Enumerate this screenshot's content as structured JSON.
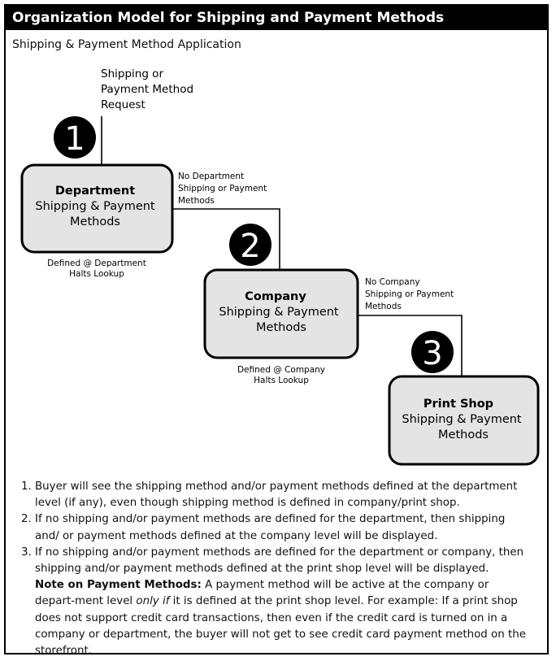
{
  "title": "Organization Model for Shipping and Payment Methods",
  "subtitle": "Shipping & Payment Method Application",
  "request_label": [
    "Shipping or",
    "Payment Method",
    "Request"
  ],
  "steps": [
    {
      "number": "1",
      "box_title": "Department",
      "box_lines": [
        "Shipping & Payment",
        "Methods"
      ],
      "below_lines": [
        "Defined @ Department",
        "Halts Lookup"
      ],
      "fallthrough_lines": [
        "No Department",
        "Shipping or Payment",
        "Methods"
      ]
    },
    {
      "number": "2",
      "box_title": "Company",
      "box_lines": [
        "Shipping & Payment",
        "Methods"
      ],
      "below_lines": [
        "Defined @ Company",
        "Halts Lookup"
      ],
      "fallthrough_lines": [
        "No Company",
        "Shipping or Payment",
        "Methods"
      ]
    },
    {
      "number": "3",
      "box_title": "Print Shop",
      "box_lines": [
        "Shipping & Payment",
        "Methods"
      ]
    }
  ],
  "notes": [
    "Buyer will see the shipping method and/or payment methods defined at the department level (if any), even though shipping method is defined in company/print shop.",
    "If no shipping and/or payment methods are defined for the department, then shipping and/ or payment methods defined at the company level will be displayed.",
    "If no shipping and/or payment methods are defined for the department or company, then shipping and/or payment methods defined at the print shop level will be displayed."
  ],
  "payment_note": {
    "label": "Note on Payment Methods:",
    "text_before": " A payment method will be active at the company or depart-ment level ",
    "emphasis": "only if",
    "text_after": " it is defined at the print shop level. For example: If a print shop does not support credit card transactions, then even if the credit card is turned on in a company or department, the buyer will not get to see credit card payment method on the storefront."
  },
  "colors": {
    "box_fill": "#e4e4e4",
    "badge_fill": "#000000",
    "title_bar": "#000000"
  }
}
